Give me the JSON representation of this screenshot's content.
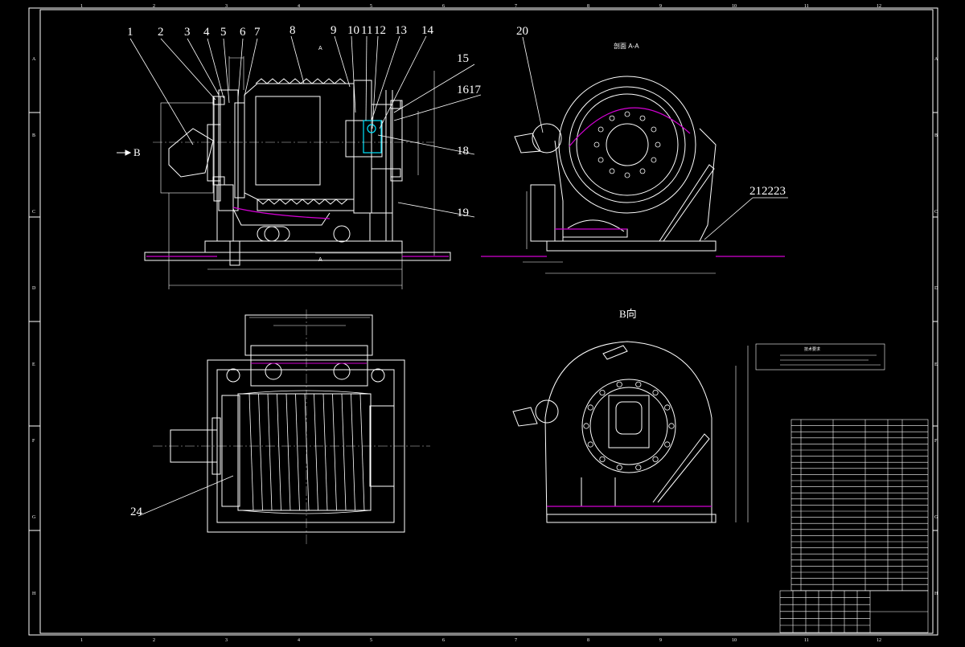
{
  "drawing": {
    "part_labels": [
      "1",
      "2",
      "3",
      "4",
      "5",
      "6",
      "7",
      "8",
      "9",
      "10",
      "11",
      "12",
      "13",
      "14",
      "15",
      "1617",
      "18",
      "19",
      "20",
      "212223",
      "24"
    ],
    "view_titles": {
      "section": "剖面 A-A",
      "b_view": "B向",
      "b_arrow": "B",
      "a_mark_top": "A",
      "a_mark_bottom": "A"
    },
    "notes_title": "技术要求",
    "border_numbers_top": [
      "1",
      "2",
      "3",
      "4",
      "5",
      "6",
      "7",
      "8",
      "9",
      "10",
      "11",
      "12"
    ],
    "border_letters_side": [
      "A",
      "B",
      "C",
      "D",
      "E",
      "F",
      "G",
      "H"
    ]
  },
  "colors": {
    "background": "#000000",
    "line": "#ffffff",
    "accent": "#d400d4",
    "cyan": "#00e5ff"
  }
}
